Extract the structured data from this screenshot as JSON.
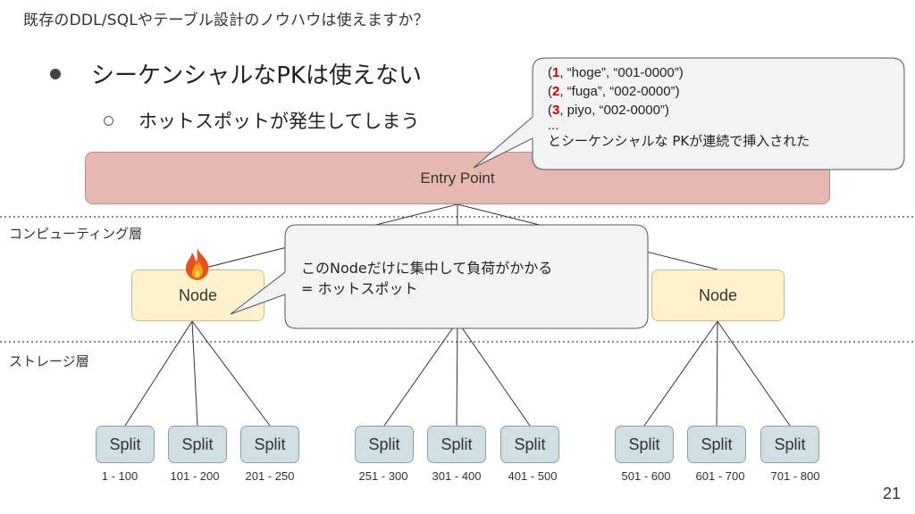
{
  "slide": {
    "title": "既存のDDL/SQLやテーブル設計のノウハウは使えますか？",
    "bullet": "シーケンシャルなPKは使えない",
    "sub_bullet": "ホットスポットが発生してしまう",
    "page_number": "21"
  },
  "diagram": {
    "entry_point": "Entry Point",
    "compute_layer": "コンピューティング層",
    "storage_layer": "ストレージ層",
    "nodes": [
      "Node",
      "Node"
    ],
    "splits": [
      {
        "label": "Split",
        "range": "1 - 100"
      },
      {
        "label": "Split",
        "range": "101  - 200"
      },
      {
        "label": "Split",
        "range": "201 - 250"
      },
      {
        "label": "Split",
        "range": "251 - 300"
      },
      {
        "label": "Split",
        "range": "301 - 400"
      },
      {
        "label": "Split",
        "range": "401 - 500"
      },
      {
        "label": "Split",
        "range": "501 - 600"
      },
      {
        "label": "Split",
        "range": "601 - 700"
      },
      {
        "label": "Split",
        "range": "701 - 800"
      }
    ],
    "hot_icon": "fire-icon"
  },
  "callout_insert": {
    "rows": [
      {
        "open": "(",
        "key": "1",
        "rest": ", “hoge”, “001-0000”)"
      },
      {
        "open": "(",
        "key": "2",
        "rest": ", “fuga”, “002-0000”)"
      },
      {
        "open": "(",
        "key": "3",
        "rest": ", piyo, “002-0000”)"
      }
    ],
    "ellipsis": "...",
    "caption": "とシーケンシャルな PKが連続で挿入された",
    "key_color": "#cc0000"
  },
  "callout_hotspot": {
    "line1": "このNodeだけに集中して負荷がかかる",
    "line2": "= ホットスポット"
  },
  "colors": {
    "entry_fill": "#e6b8af",
    "node_fill": "#fff2cc",
    "split_fill": "#d0dfe3",
    "callout_fill": "#f3f3f3"
  }
}
